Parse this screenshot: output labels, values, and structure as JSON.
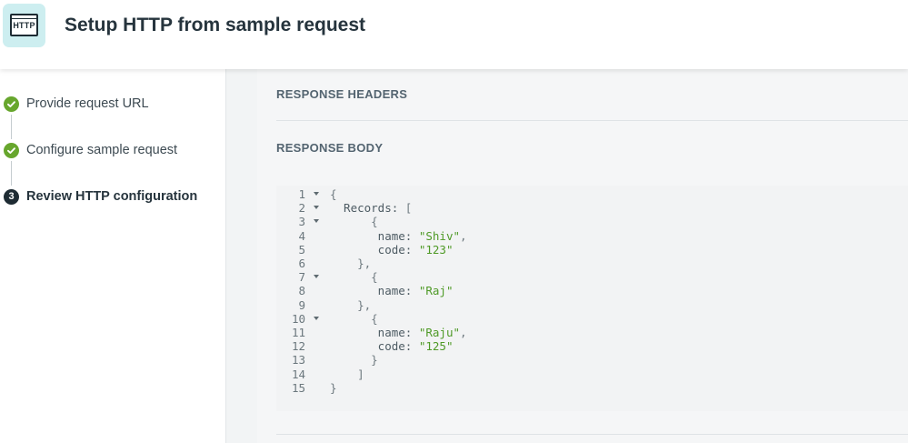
{
  "header": {
    "app_icon_text": "HTTP",
    "title": "Setup HTTP from sample request"
  },
  "sidebar": {
    "steps": [
      {
        "label": "Provide request URL",
        "status": "complete"
      },
      {
        "label": "Configure sample request",
        "status": "complete"
      },
      {
        "number": "3",
        "label": "Review HTTP configuration",
        "status": "current"
      }
    ]
  },
  "main": {
    "response_headers_title": "RESPONSE HEADERS",
    "response_body_title": "RESPONSE BODY",
    "code_lines": [
      {
        "n": "1",
        "fold": true,
        "tokens": [
          {
            "t": "{",
            "c": "p"
          }
        ]
      },
      {
        "n": "2",
        "fold": true,
        "tokens": [
          {
            "t": "  Records: ",
            "c": "k"
          },
          {
            "t": "[",
            "c": "p"
          }
        ]
      },
      {
        "n": "3",
        "fold": true,
        "tokens": [
          {
            "t": "      {",
            "c": "p"
          }
        ]
      },
      {
        "n": "4",
        "fold": false,
        "tokens": [
          {
            "t": "       name: ",
            "c": "k"
          },
          {
            "t": "\"Shiv\"",
            "c": "s"
          },
          {
            "t": ",",
            "c": "p"
          }
        ]
      },
      {
        "n": "5",
        "fold": false,
        "tokens": [
          {
            "t": "       code: ",
            "c": "k"
          },
          {
            "t": "\"123\"",
            "c": "s"
          }
        ]
      },
      {
        "n": "6",
        "fold": false,
        "tokens": [
          {
            "t": "    },",
            "c": "p"
          }
        ]
      },
      {
        "n": "7",
        "fold": true,
        "tokens": [
          {
            "t": "      {",
            "c": "p"
          }
        ]
      },
      {
        "n": "8",
        "fold": false,
        "tokens": [
          {
            "t": "       name: ",
            "c": "k"
          },
          {
            "t": "\"Raj\"",
            "c": "s"
          }
        ]
      },
      {
        "n": "9",
        "fold": false,
        "tokens": [
          {
            "t": "    },",
            "c": "p"
          }
        ]
      },
      {
        "n": "10",
        "fold": true,
        "tokens": [
          {
            "t": "      {",
            "c": "p"
          }
        ]
      },
      {
        "n": "11",
        "fold": false,
        "tokens": [
          {
            "t": "       name: ",
            "c": "k"
          },
          {
            "t": "\"Raju\"",
            "c": "s"
          },
          {
            "t": ",",
            "c": "p"
          }
        ]
      },
      {
        "n": "12",
        "fold": false,
        "tokens": [
          {
            "t": "       code: ",
            "c": "k"
          },
          {
            "t": "\"125\"",
            "c": "s"
          }
        ]
      },
      {
        "n": "13",
        "fold": false,
        "tokens": [
          {
            "t": "      }",
            "c": "p"
          }
        ]
      },
      {
        "n": "14",
        "fold": false,
        "tokens": [
          {
            "t": "    ]",
            "c": "p"
          }
        ]
      },
      {
        "n": "15",
        "fold": false,
        "tokens": [
          {
            "t": "}",
            "c": "p"
          }
        ]
      }
    ]
  },
  "colors": {
    "accent_teal_bg": "#cdeef0",
    "step_complete": "#67a62d",
    "step_current": "#1e2b33",
    "string_token": "#4f9a27"
  },
  "icons": {
    "app": "http-window-icon",
    "step_complete": "check-icon",
    "fold": "caret-down-icon"
  }
}
